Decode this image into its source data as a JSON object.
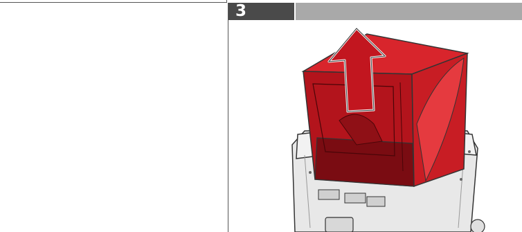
{
  "step": {
    "number": "3"
  },
  "illustration": {
    "subject": "dust-bag-removal",
    "arrow_direction": "up",
    "colors": {
      "bag": "#b3141c",
      "bag_dark": "#7a0c12",
      "bag_light": "#d8252c",
      "arrow": "#c2161f",
      "container": "#e6e6e6",
      "outline": "#333333"
    }
  }
}
